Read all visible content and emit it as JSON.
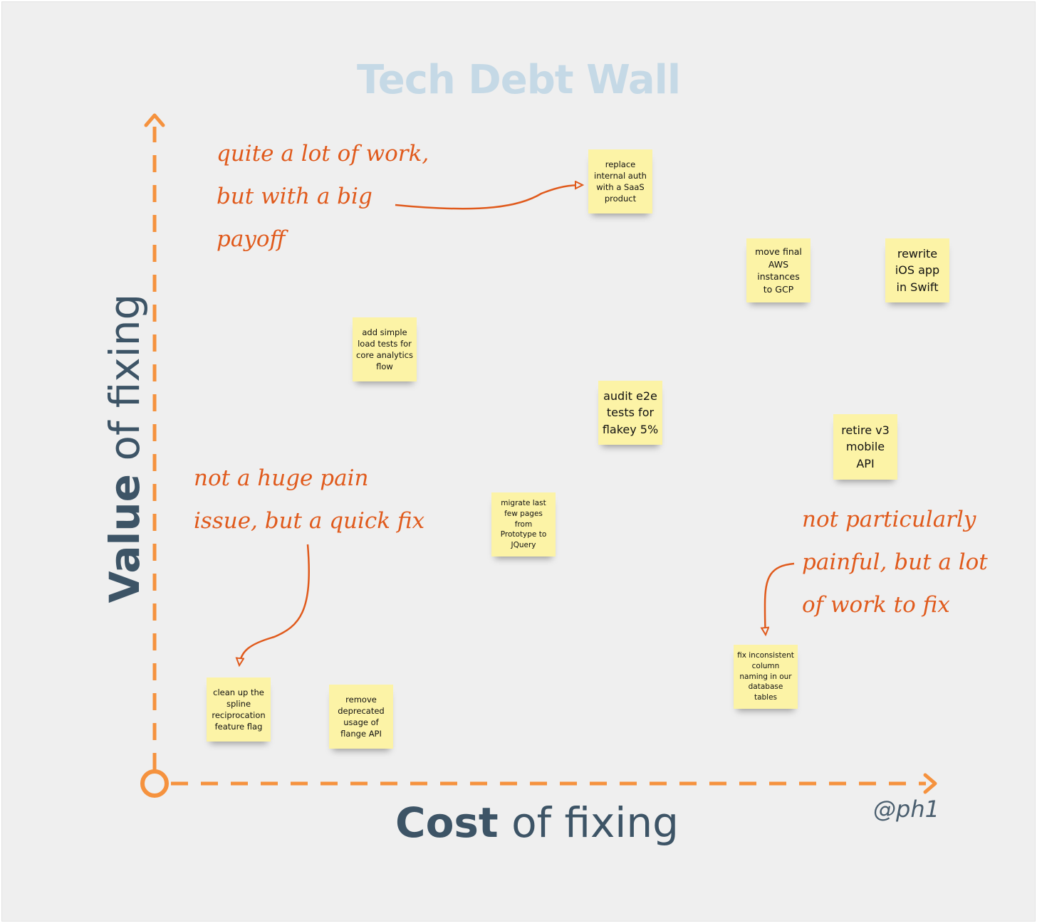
{
  "title": "Tech Debt Wall",
  "y_axis": {
    "strong": "Value",
    "rest": " of fixing"
  },
  "x_axis": {
    "strong": "Cost",
    "rest": " of fixing"
  },
  "handle": "@ph1",
  "notes": [
    {
      "lines": [
        "replace",
        "internal auth",
        "with a SaaS",
        "product"
      ]
    },
    {
      "lines": [
        "move final",
        "AWS",
        "instances",
        "to GCP"
      ]
    },
    {
      "lines": [
        "rewrite",
        "iOS app",
        "in Swift"
      ]
    },
    {
      "lines": [
        "add simple",
        "load tests for",
        "core analytics",
        "flow"
      ]
    },
    {
      "lines": [
        "audit e2e",
        "tests for",
        "flakey 5%"
      ]
    },
    {
      "lines": [
        "retire v3",
        "mobile",
        "API"
      ]
    },
    {
      "lines": [
        "migrate last",
        "few pages",
        "from",
        "Prototype to",
        "JQuery"
      ]
    },
    {
      "lines": [
        "fix inconsistent",
        "column",
        "naming in our",
        "database",
        "tables"
      ]
    },
    {
      "lines": [
        "clean up the",
        "spline",
        "reciprocation",
        "feature flag"
      ]
    },
    {
      "lines": [
        "remove",
        "deprecated",
        "usage of",
        "flange API"
      ]
    }
  ],
  "annotations": [
    {
      "lines": [
        "quite a lot of work,",
        "but with a big",
        "payoff"
      ]
    },
    {
      "lines": [
        "not a huge pain",
        "issue, but a quick fix"
      ]
    },
    {
      "lines": [
        "not particularly",
        "painful, but a lot",
        "of work to fix"
      ]
    }
  ],
  "colors": {
    "axis": "#f5923e",
    "annotation": "#e05a1c",
    "note": "#fcf3a6",
    "title": "#c5d9e6",
    "label": "#3d5466"
  }
}
